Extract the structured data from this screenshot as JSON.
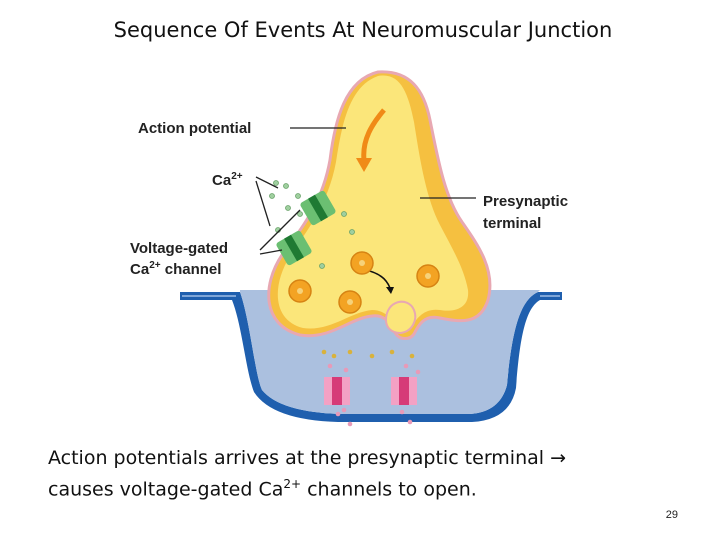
{
  "title": "Sequence Of Events At Neuromuscular Junction",
  "labels": {
    "action_potential": "Action potential",
    "ca_main": "Ca",
    "ca_sup": "2+",
    "presynaptic_line1": "Presynaptic",
    "presynaptic_line2": "terminal",
    "vg_line1": "Voltage-gated",
    "vg_line2_main": "Ca",
    "vg_line2_sup": "2+",
    "vg_line2_rest": " channel"
  },
  "caption": {
    "line1": "Action potentials arrives at the presynaptic terminal",
    "arrow": "→",
    "line2_main": "causes voltage-gated Ca",
    "line2_sup": "2+",
    "line2_rest": " channels to open."
  },
  "page_number": "29",
  "colors": {
    "terminal_fill": "#fbe67a",
    "terminal_shade": "#f5c040",
    "terminal_outline": "#e8a8b2",
    "muscle_fill": "#a7bddd",
    "muscle_edge": "#1f5fae",
    "channel_green": "#2e8b3a",
    "receptor_pink": "#d63b78",
    "ca_ion": "#9fcf9f",
    "vesicle": "#f3a323"
  }
}
